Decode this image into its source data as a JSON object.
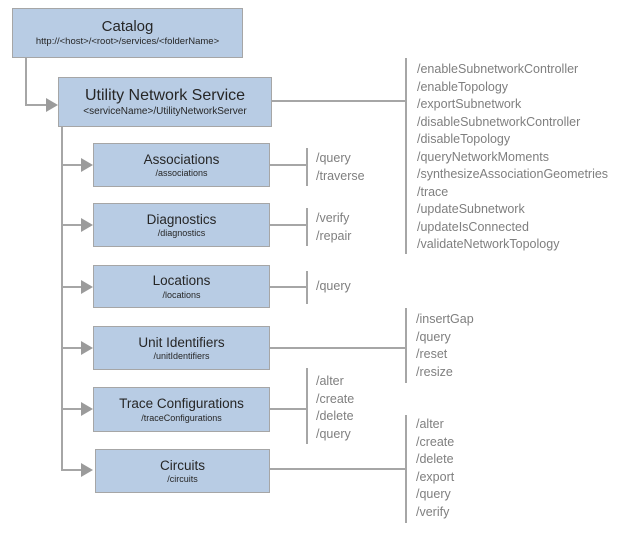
{
  "colors": {
    "box_fill": "#b8cce4",
    "box_border": "#a6a6a6",
    "connector_line": "#a6a6a6",
    "operations_text": "#7f7f7f",
    "title_text": "#262626"
  },
  "nodes": {
    "catalog": {
      "title": "Catalog",
      "subtitle": "http://<host>/<root>/services/<folderName>"
    },
    "utility_network_service": {
      "title": "Utility Network Service",
      "subtitle": "<serviceName>/UtilityNetworkServer",
      "operations": [
        "/enableSubnetworkController",
        "/enableTopology",
        "/exportSubnetwork",
        "/disableSubnetworkController",
        "/disableTopology",
        "/queryNetworkMoments",
        "/synthesizeAssociationGeometries",
        "/trace",
        "/updateSubnetwork",
        "/updateIsConnected",
        "/validateNetworkTopology"
      ]
    },
    "associations": {
      "title": "Associations",
      "subtitle": "/associations",
      "operations": [
        "/query",
        "/traverse"
      ]
    },
    "diagnostics": {
      "title": "Diagnostics",
      "subtitle": "/diagnostics",
      "operations": [
        "/verify",
        "/repair"
      ]
    },
    "locations": {
      "title": "Locations",
      "subtitle": "/locations",
      "operations": [
        "/query"
      ]
    },
    "unit_identifiers": {
      "title": "Unit Identifiers",
      "subtitle": "/unitIdentifiers",
      "operations": [
        "/insertGap",
        "/query",
        "/reset",
        "/resize"
      ]
    },
    "trace_configurations": {
      "title": "Trace Configurations",
      "subtitle": "/traceConfigurations",
      "operations": [
        "/alter",
        "/create",
        "/delete",
        "/query"
      ]
    },
    "circuits": {
      "title": "Circuits",
      "subtitle": "/circuits",
      "operations": [
        "/alter",
        "/create",
        "/delete",
        "/export",
        "/query",
        "/verify"
      ]
    }
  }
}
